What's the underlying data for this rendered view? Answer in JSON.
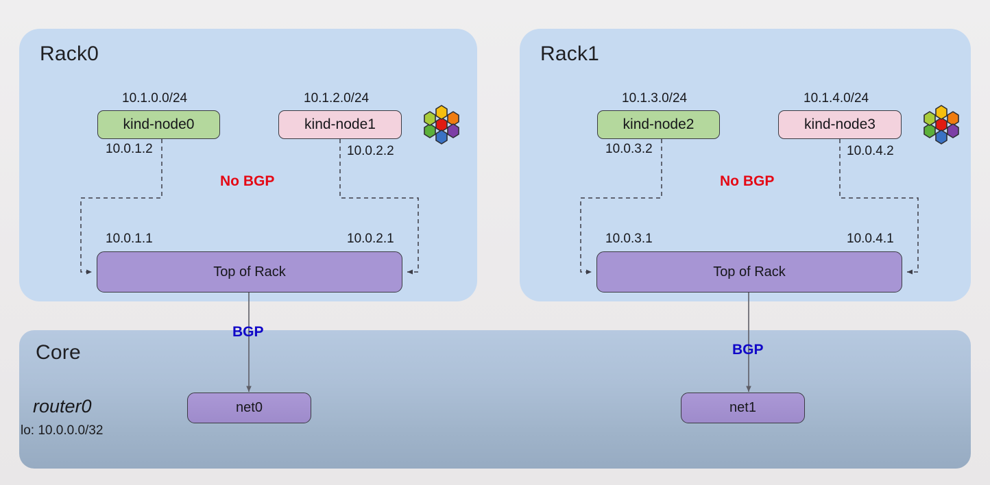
{
  "racks": [
    {
      "title": "Rack0",
      "nodes": [
        {
          "name": "kind-node0",
          "pod_cidr": "10.1.0.0/24",
          "uplink_ip": "10.0.1.2",
          "color": "green"
        },
        {
          "name": "kind-node1",
          "pod_cidr": "10.1.2.0/24",
          "uplink_ip": "10.0.2.2",
          "color": "pink"
        }
      ],
      "tor": {
        "label": "Top of Rack",
        "left_ip": "10.0.1.1",
        "right_ip": "10.0.2.1"
      },
      "protocol_tag": "No BGP",
      "core_link_tag": "BGP"
    },
    {
      "title": "Rack1",
      "nodes": [
        {
          "name": "kind-node2",
          "pod_cidr": "10.1.3.0/24",
          "uplink_ip": "10.0.3.2",
          "color": "green"
        },
        {
          "name": "kind-node3",
          "pod_cidr": "10.1.4.0/24",
          "uplink_ip": "10.0.4.2",
          "color": "pink"
        }
      ],
      "tor": {
        "label": "Top of Rack",
        "left_ip": "10.0.3.1",
        "right_ip": "10.0.4.1"
      },
      "protocol_tag": "No BGP",
      "core_link_tag": "BGP"
    }
  ],
  "core": {
    "title": "Core",
    "router_name": "router0",
    "loopback": "lo: 10.0.0.0/32",
    "networks": [
      {
        "name": "net0"
      },
      {
        "name": "net1"
      }
    ]
  },
  "icons": {
    "cluster": "kubernetes-cluster-hexagons-icon"
  },
  "colors": {
    "page_background": "#edebec",
    "rack_panel": "#c6daf1",
    "core_panel_top": "#b6c9e0",
    "core_panel_bottom": "#97abc2",
    "node_green": "#b4d89d",
    "node_pink": "#f3d2dd",
    "top_of_rack": "#a795d4",
    "net_box": "#a392d0",
    "no_bgp_text": "#e50915",
    "bgp_text": "#1007c8",
    "link_stroke": "#3d3d47",
    "hex_center": "#e01b12",
    "hex_top": "#f6bf10",
    "hex_upper_right": "#f07c10",
    "hex_lower_right": "#7d3fa6",
    "hex_bottom": "#3a72c4",
    "hex_lower_left": "#5cb03a",
    "hex_upper_left": "#a9cc3a"
  }
}
